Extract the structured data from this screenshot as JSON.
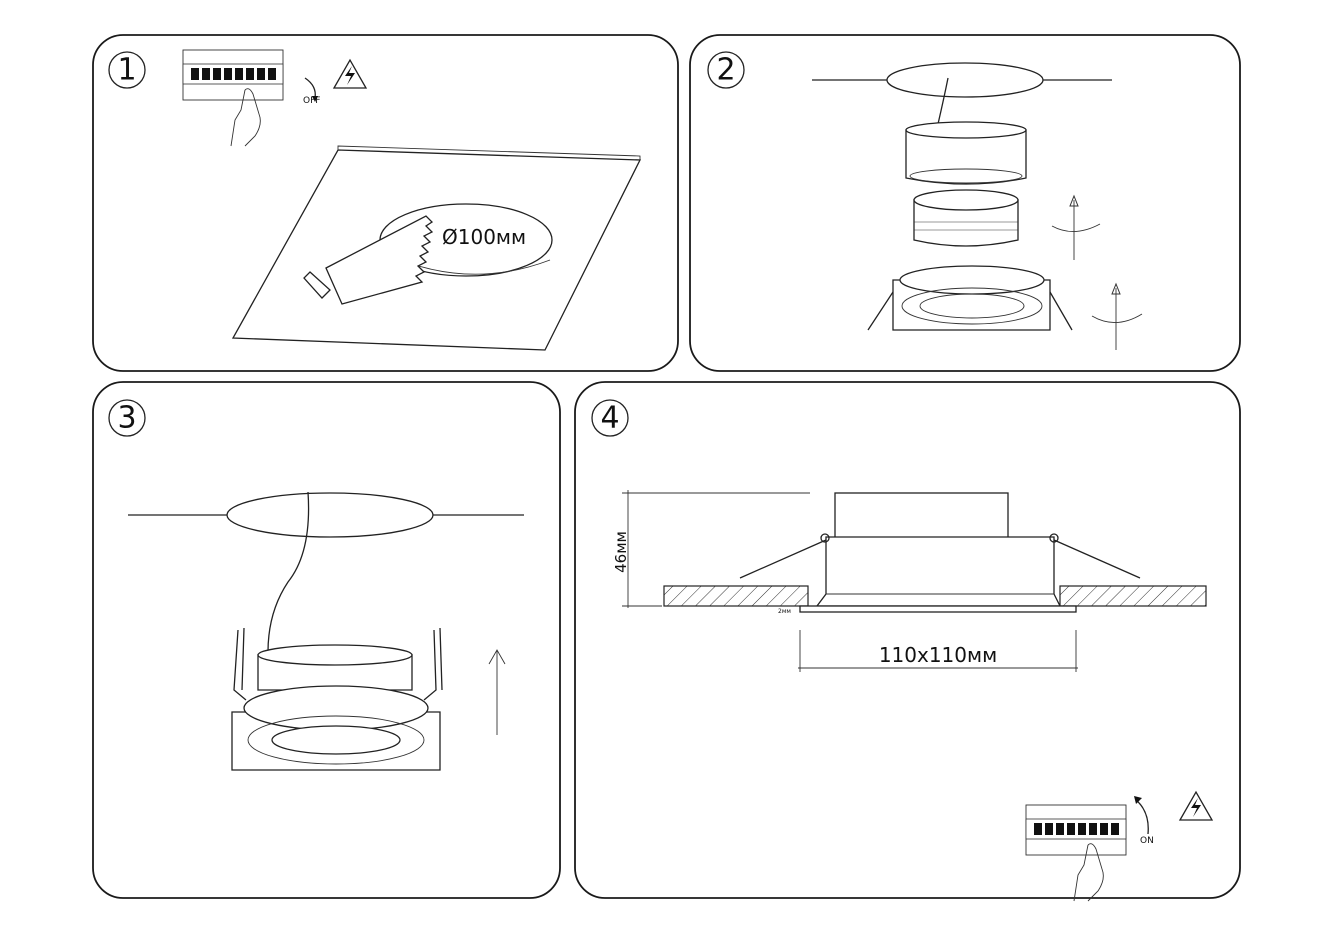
{
  "steps": [
    {
      "number": "1",
      "switch_label": "OFF",
      "hole_label": "Ø100мм"
    },
    {
      "number": "2"
    },
    {
      "number": "3"
    },
    {
      "number": "4",
      "height_label": "46мм",
      "thickness_label": "2мм",
      "size_label": "110x110мм",
      "switch_label": "ON"
    }
  ]
}
